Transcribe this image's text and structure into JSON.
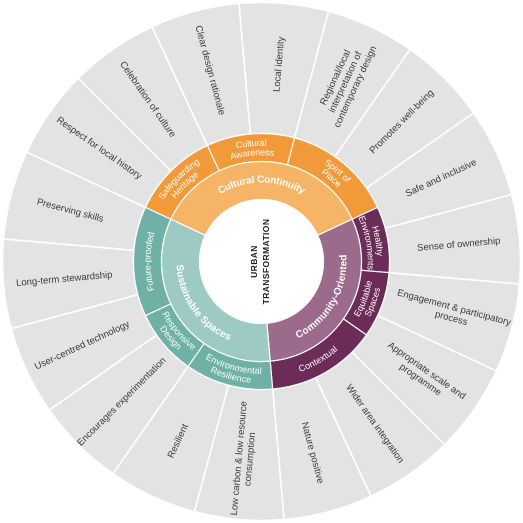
{
  "center": {
    "line1": "URBAN",
    "line2": "TRANSFORMATION"
  },
  "colors": {
    "outer_fill": "#e3e3e4",
    "outer_stroke": "#ffffff",
    "orange_main": "#f6b566",
    "orange_sub": "#f29a3a",
    "purple_main": "#9c6a8b",
    "purple_sub": "#6b2c57",
    "teal_main": "#9dcbc4",
    "teal_sub": "#6fb1a7",
    "center_fill": "#ffffff",
    "outer_text": "#3a3a3a"
  },
  "themes": [
    {
      "label": "Cultural Continuity",
      "color": "orange_main",
      "start": 295,
      "end": 65
    },
    {
      "label": "Community-Oriented",
      "color": "purple_main",
      "start": 65,
      "end": 175
    },
    {
      "label": "Sustainable Spaces",
      "color": "teal_main",
      "start": 175,
      "end": 295
    }
  ],
  "principles": [
    {
      "label": "Safeguarding Heritage",
      "color": "orange_sub",
      "start": 295,
      "end": 335
    },
    {
      "label": "Cultural Awareness",
      "color": "orange_sub",
      "start": 335,
      "end": 15
    },
    {
      "label": "Spirit of Place",
      "color": "orange_sub",
      "start": 15,
      "end": 65
    },
    {
      "label": "Healthy Environments",
      "color": "purple_sub",
      "start": 65,
      "end": 95
    },
    {
      "label": "Equitable Spaces",
      "color": "purple_sub",
      "start": 95,
      "end": 125
    },
    {
      "label": "Contextual",
      "color": "purple_sub",
      "start": 125,
      "end": 175
    },
    {
      "label": "Environmental Resilience",
      "color": "teal_sub",
      "start": 175,
      "end": 215
    },
    {
      "label": "Responsive Design",
      "color": "teal_sub",
      "start": 215,
      "end": 245
    },
    {
      "label": "Future-proofed",
      "color": "teal_sub",
      "start": 245,
      "end": 295
    }
  ],
  "outer_items": [
    {
      "label": "Local identity",
      "start": 355,
      "end": 15
    },
    {
      "label": "Regional/local interpretation of contemporary design",
      "start": 15,
      "end": 35
    },
    {
      "label": "Promotes well-being",
      "start": 35,
      "end": 55
    },
    {
      "label": "Safe and inclusive",
      "start": 55,
      "end": 75
    },
    {
      "label": "Sense of ownership",
      "start": 75,
      "end": 95
    },
    {
      "label": "Engagement & participatory process",
      "start": 95,
      "end": 115
    },
    {
      "label": "Appropriate scale and programme",
      "start": 115,
      "end": 135
    },
    {
      "label": "Wider area integration",
      "start": 135,
      "end": 155
    },
    {
      "label": "Nature positive",
      "start": 155,
      "end": 175
    },
    {
      "label": "Low carbon & low resource consumption",
      "start": 175,
      "end": 195
    },
    {
      "label": "Resilient",
      "start": 195,
      "end": 215
    },
    {
      "label": "Encourages experimentation",
      "start": 215,
      "end": 235
    },
    {
      "label": "User-centred technology",
      "start": 235,
      "end": 255
    },
    {
      "label": "Long-term stewardship",
      "start": 255,
      "end": 275
    },
    {
      "label": "Preserving skills",
      "start": 275,
      "end": 295
    },
    {
      "label": "Respect for local history",
      "start": 295,
      "end": 315
    },
    {
      "label": "Celebration of culture",
      "start": 315,
      "end": 335
    },
    {
      "label": "Clear design rationale",
      "start": 335,
      "end": 355
    }
  ]
}
